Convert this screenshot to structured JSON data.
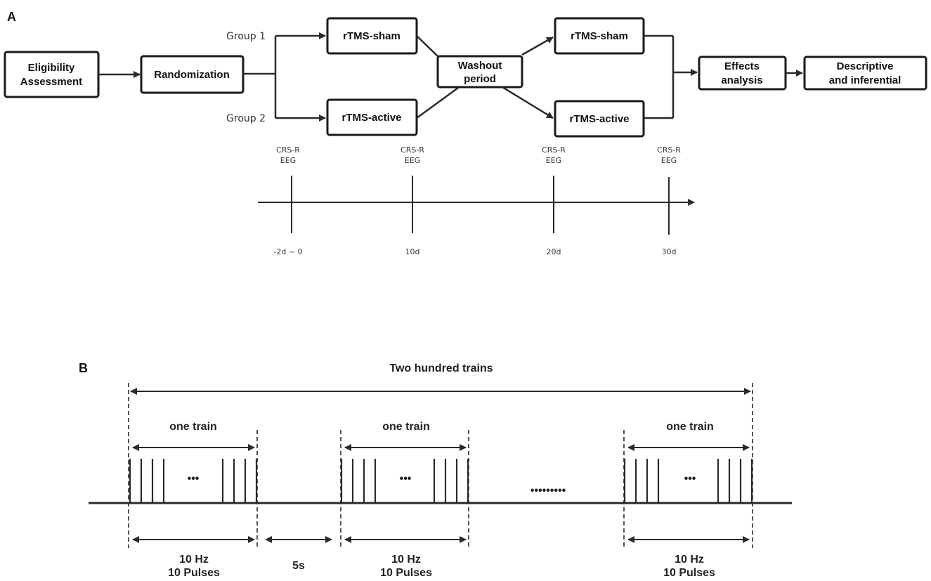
{
  "panel_a": {
    "label": "A",
    "boxes": {
      "eligibility_line1": "Eligibility",
      "eligibility_line2": "Assessment",
      "randomization": "Randomization",
      "sham_1": "rTMS-sham",
      "active_1": "rTMS-active",
      "washout_line1": "Washout",
      "washout_line2": "period",
      "sham_2": "rTMS-sham",
      "active_2": "rTMS-active",
      "effects_line1": "Effects",
      "effects_line2": "analysis",
      "descriptive_line1": "Descriptive",
      "descriptive_line2": "and inferential"
    },
    "groups": {
      "group1": "Group 1",
      "group2": "Group 2"
    },
    "timeline": [
      {
        "measure1": "CRS-R",
        "measure2": "EEG",
        "day": "-2d ~ 0"
      },
      {
        "measure1": "CRS-R",
        "measure2": "EEG",
        "day": "10d"
      },
      {
        "measure1": "CRS-R",
        "measure2": "EEG",
        "day": "20d"
      },
      {
        "measure1": "CRS-R",
        "measure2": "EEG",
        "day": "30d"
      }
    ]
  },
  "panel_b": {
    "label": "B",
    "total_label": "Two hundred trains",
    "trains": [
      {
        "label": "one train",
        "freq": "10 Hz",
        "pulses": "10 Pulses"
      },
      {
        "label": "one train",
        "freq": "10 Hz",
        "pulses": "10 Pulses"
      },
      {
        "label": "one train",
        "freq": "10 Hz",
        "pulses": "10 Pulses"
      }
    ],
    "interval_label": "5s",
    "ellipsis_inner": "•••",
    "ellipsis_between": "•••••••••"
  }
}
